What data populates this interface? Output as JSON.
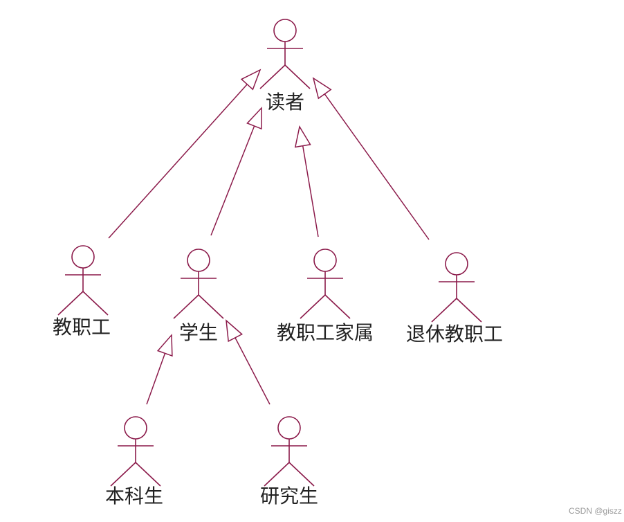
{
  "diagram": {
    "kind": "uml-use-case-actor-generalization",
    "line_color": "#8b1a4a",
    "actors": [
      {
        "id": "reader",
        "label": "读者"
      },
      {
        "id": "staff",
        "label": "教职工"
      },
      {
        "id": "student",
        "label": "学生"
      },
      {
        "id": "family",
        "label": "教职工家属"
      },
      {
        "id": "retired",
        "label": "退休教职工"
      },
      {
        "id": "undergrad",
        "label": "本科生"
      },
      {
        "id": "graduate",
        "label": "研究生"
      }
    ],
    "generalizations": [
      {
        "from": "staff",
        "to": "reader"
      },
      {
        "from": "student",
        "to": "reader"
      },
      {
        "from": "family",
        "to": "reader"
      },
      {
        "from": "retired",
        "to": "reader"
      },
      {
        "from": "undergrad",
        "to": "student"
      },
      {
        "from": "graduate",
        "to": "student"
      }
    ]
  },
  "watermark": "CSDN @giszz"
}
